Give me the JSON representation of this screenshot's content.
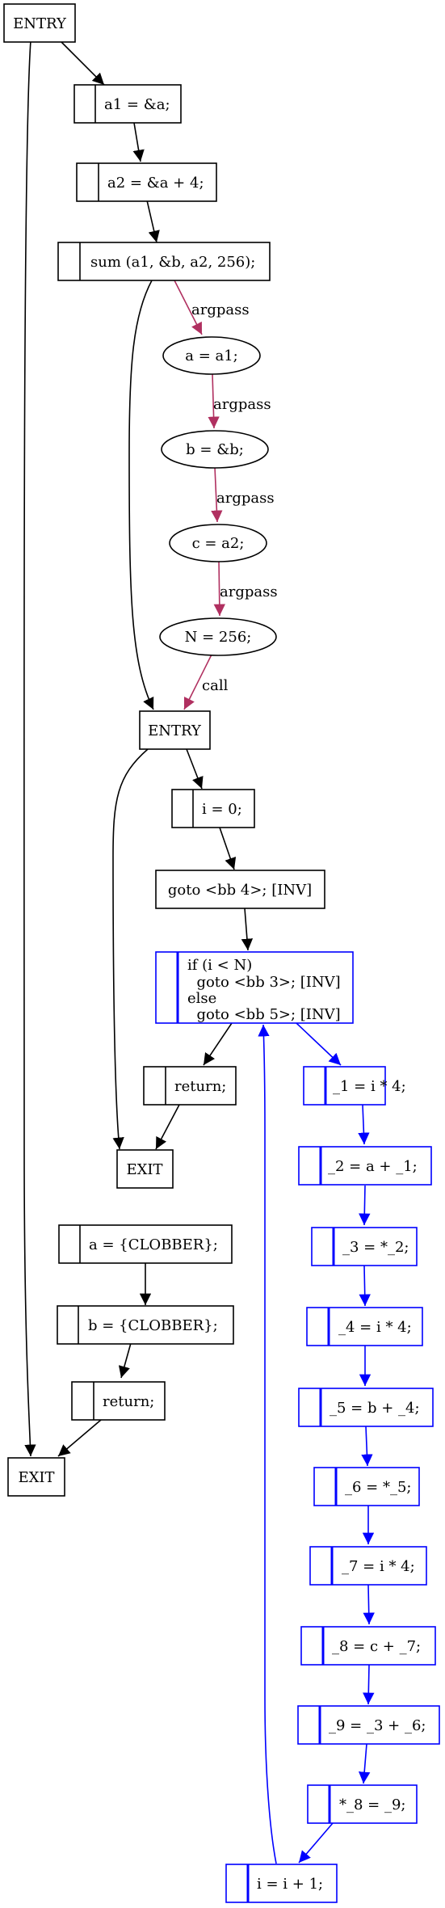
{
  "colors": {
    "normal": "#000000",
    "argpass": "#b03060",
    "loop": "#0000ff"
  },
  "nodes": {
    "entry_main": "ENTRY",
    "a1": "a1 = &a;",
    "a2": "a2 = &a + 4;",
    "sum": "sum (a1, &b, a2, 256);",
    "pa": "a = a1;",
    "pb": "b =  &b;",
    "pc": "c =  a2;",
    "pn": "N =  256;",
    "entry_sum": "ENTRY",
    "i0": "i = 0;",
    "goto4": "goto <bb 4>; [INV]",
    "cond": [
      "if (i < N)",
      "  goto <bb 3>; [INV]",
      "else",
      "  goto <bb 5>; [INV]"
    ],
    "ret_sum": "return;",
    "exit_sum": "EXIT",
    "clob_a": "a = {CLOBBER};",
    "clob_b": "b = {CLOBBER};",
    "ret_main": "return;",
    "exit_main": "EXIT",
    "s1": "_1 = i * 4;",
    "s2": "_2 = a + _1;",
    "s3": "_3 = *_2;",
    "s4": "_4 = i * 4;",
    "s5": "_5 = b + _4;",
    "s6": "_6 = *_5;",
    "s7": "_7 = i * 4;",
    "s8": "_8 = c + _7;",
    "s9": "_9 = _3 + _6;",
    "s10": "*_8 = _9;",
    "s11": "i = i + 1;"
  },
  "edge_labels": {
    "argpass": "argpass",
    "call": "call"
  }
}
